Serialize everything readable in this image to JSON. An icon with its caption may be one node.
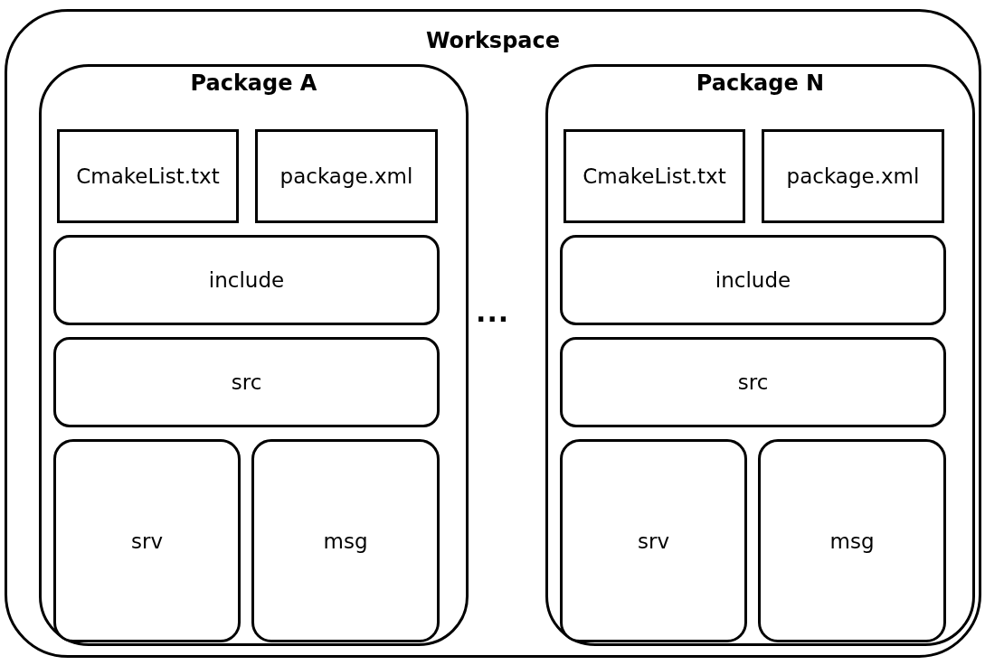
{
  "diagram": {
    "nodes": [
      {
        "text": [
          "Workspace"
        ]
      },
      {
        "text": [
          "Package A"
        ],
        "in": 0
      },
      {
        "text": [
          "CmakeList.txt"
        ],
        "in": 1
      },
      {
        "text": [
          "package.xml"
        ],
        "in": 1
      },
      {
        "text": [
          "include"
        ],
        "in": 1
      },
      {
        "text": [
          "src"
        ],
        "in": 1
      },
      {
        "text": [
          "srv"
        ],
        "in": 1
      },
      {
        "text": [
          "msg"
        ],
        "in": 1
      },
      {
        "text": [
          "Package N"
        ],
        "in": 0
      },
      {
        "text": [
          "CmakeList.txt"
        ],
        "in": 8
      },
      {
        "text": [
          "package.xml"
        ],
        "in": 8
      },
      {
        "text": [
          "include"
        ],
        "in": 8
      },
      {
        "text": [
          "src"
        ],
        "in": 8
      },
      {
        "text": [
          "srv"
        ],
        "in": 8
      },
      {
        "text": [
          "msg"
        ],
        "in": 8
      }
    ],
    "labels": [
      "..."
    ]
  }
}
